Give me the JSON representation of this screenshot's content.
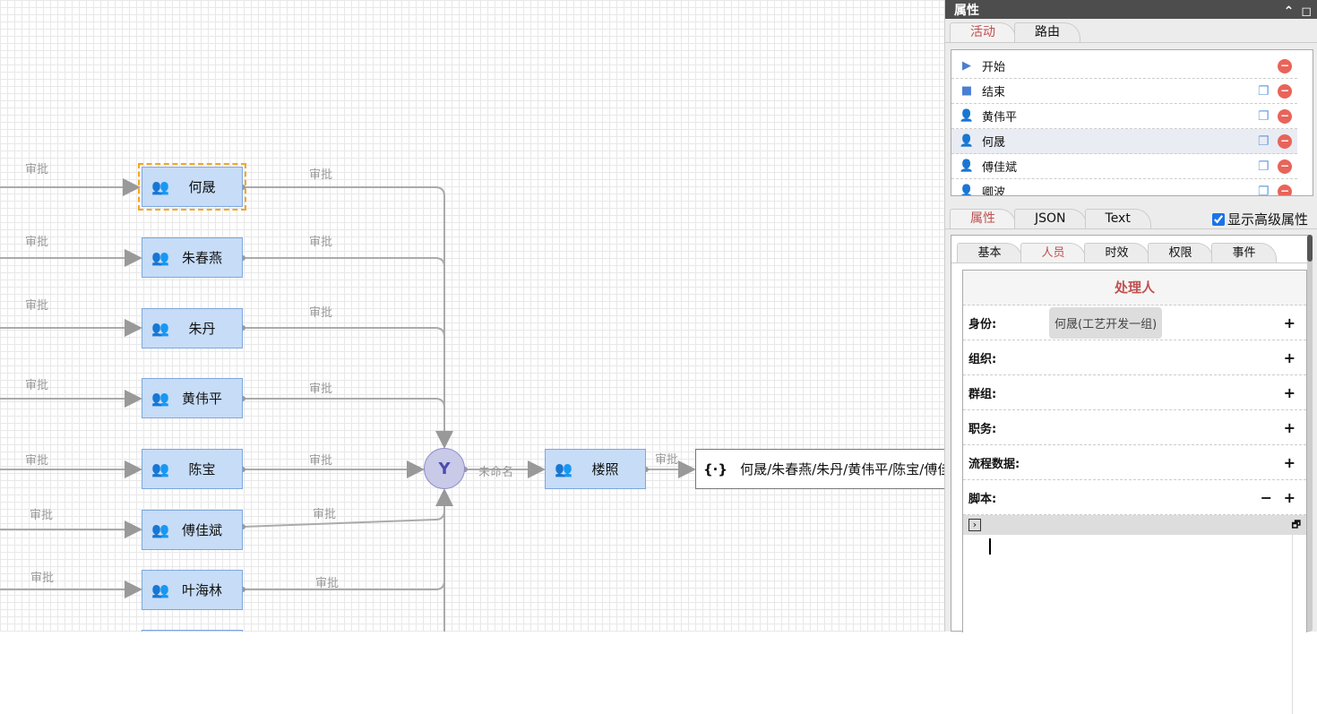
{
  "canvas": {
    "nodes": [
      "何晟",
      "朱春燕",
      "朱丹",
      "黄伟平",
      "陈宝",
      "傅佳斌",
      "叶海林"
    ],
    "edge_label": "审批",
    "merge_out_label": "未命名",
    "next_node": "楼照",
    "next_edge_label": "审批",
    "text_node": "何晟/朱春燕/朱丹/黄伟平/陈宝/傅佳斌/叶海林"
  },
  "panel": {
    "title": "属性",
    "tabs": [
      "活动",
      "路由"
    ],
    "activities": [
      {
        "label": "开始",
        "icon": "play-icon"
      },
      {
        "label": "结束",
        "icon": "stop-icon"
      },
      {
        "label": "黄伟平",
        "icon": "user-icon"
      },
      {
        "label": "何晟",
        "icon": "user-icon"
      },
      {
        "label": "傅佳斌",
        "icon": "user-icon"
      },
      {
        "label": "卿波",
        "icon": "user-icon"
      }
    ],
    "prop_tabs": [
      "属性",
      "JSON",
      "Text"
    ],
    "advanced_label": "显示高级属性",
    "advanced_checked": true,
    "sub_tabs": [
      "基本",
      "人员",
      "时效",
      "权限",
      "事件"
    ],
    "section_title": "处理人",
    "rows": [
      {
        "label": "身份:",
        "value": "何晟(工艺开发一组)"
      },
      {
        "label": "组织:"
      },
      {
        "label": "群组:"
      },
      {
        "label": "职务:"
      },
      {
        "label": "流程数据:"
      },
      {
        "label": "脚本:"
      }
    ]
  }
}
